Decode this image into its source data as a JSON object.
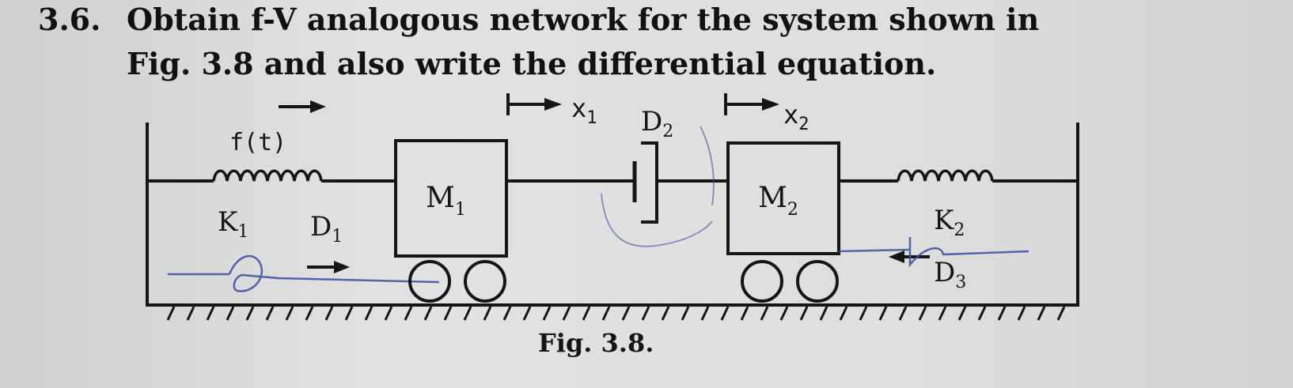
{
  "question": {
    "number": "3.6.",
    "line1": "Obtain f-V analogous network for the system shown in",
    "line2": "Fig. 3.8 and also write the differential equation."
  },
  "figure": {
    "caption": "Fig. 3.8.",
    "labels": {
      "force": "f(t)",
      "k1": "K",
      "k1_sub": "1",
      "d1": "D",
      "d1_sub": "1",
      "m1": "M",
      "m1_sub": "1",
      "x1": "x",
      "x1_sub": "1",
      "d2": "D",
      "d2_sub": "2",
      "x2": "x",
      "x2_sub": "2",
      "m2": "M",
      "m2_sub": "2",
      "k2": "K",
      "k2_sub": "2",
      "d3": "D",
      "d3_sub": "3"
    }
  },
  "colors": {
    "ink": "#151515",
    "pen": "#3a4fa0"
  }
}
